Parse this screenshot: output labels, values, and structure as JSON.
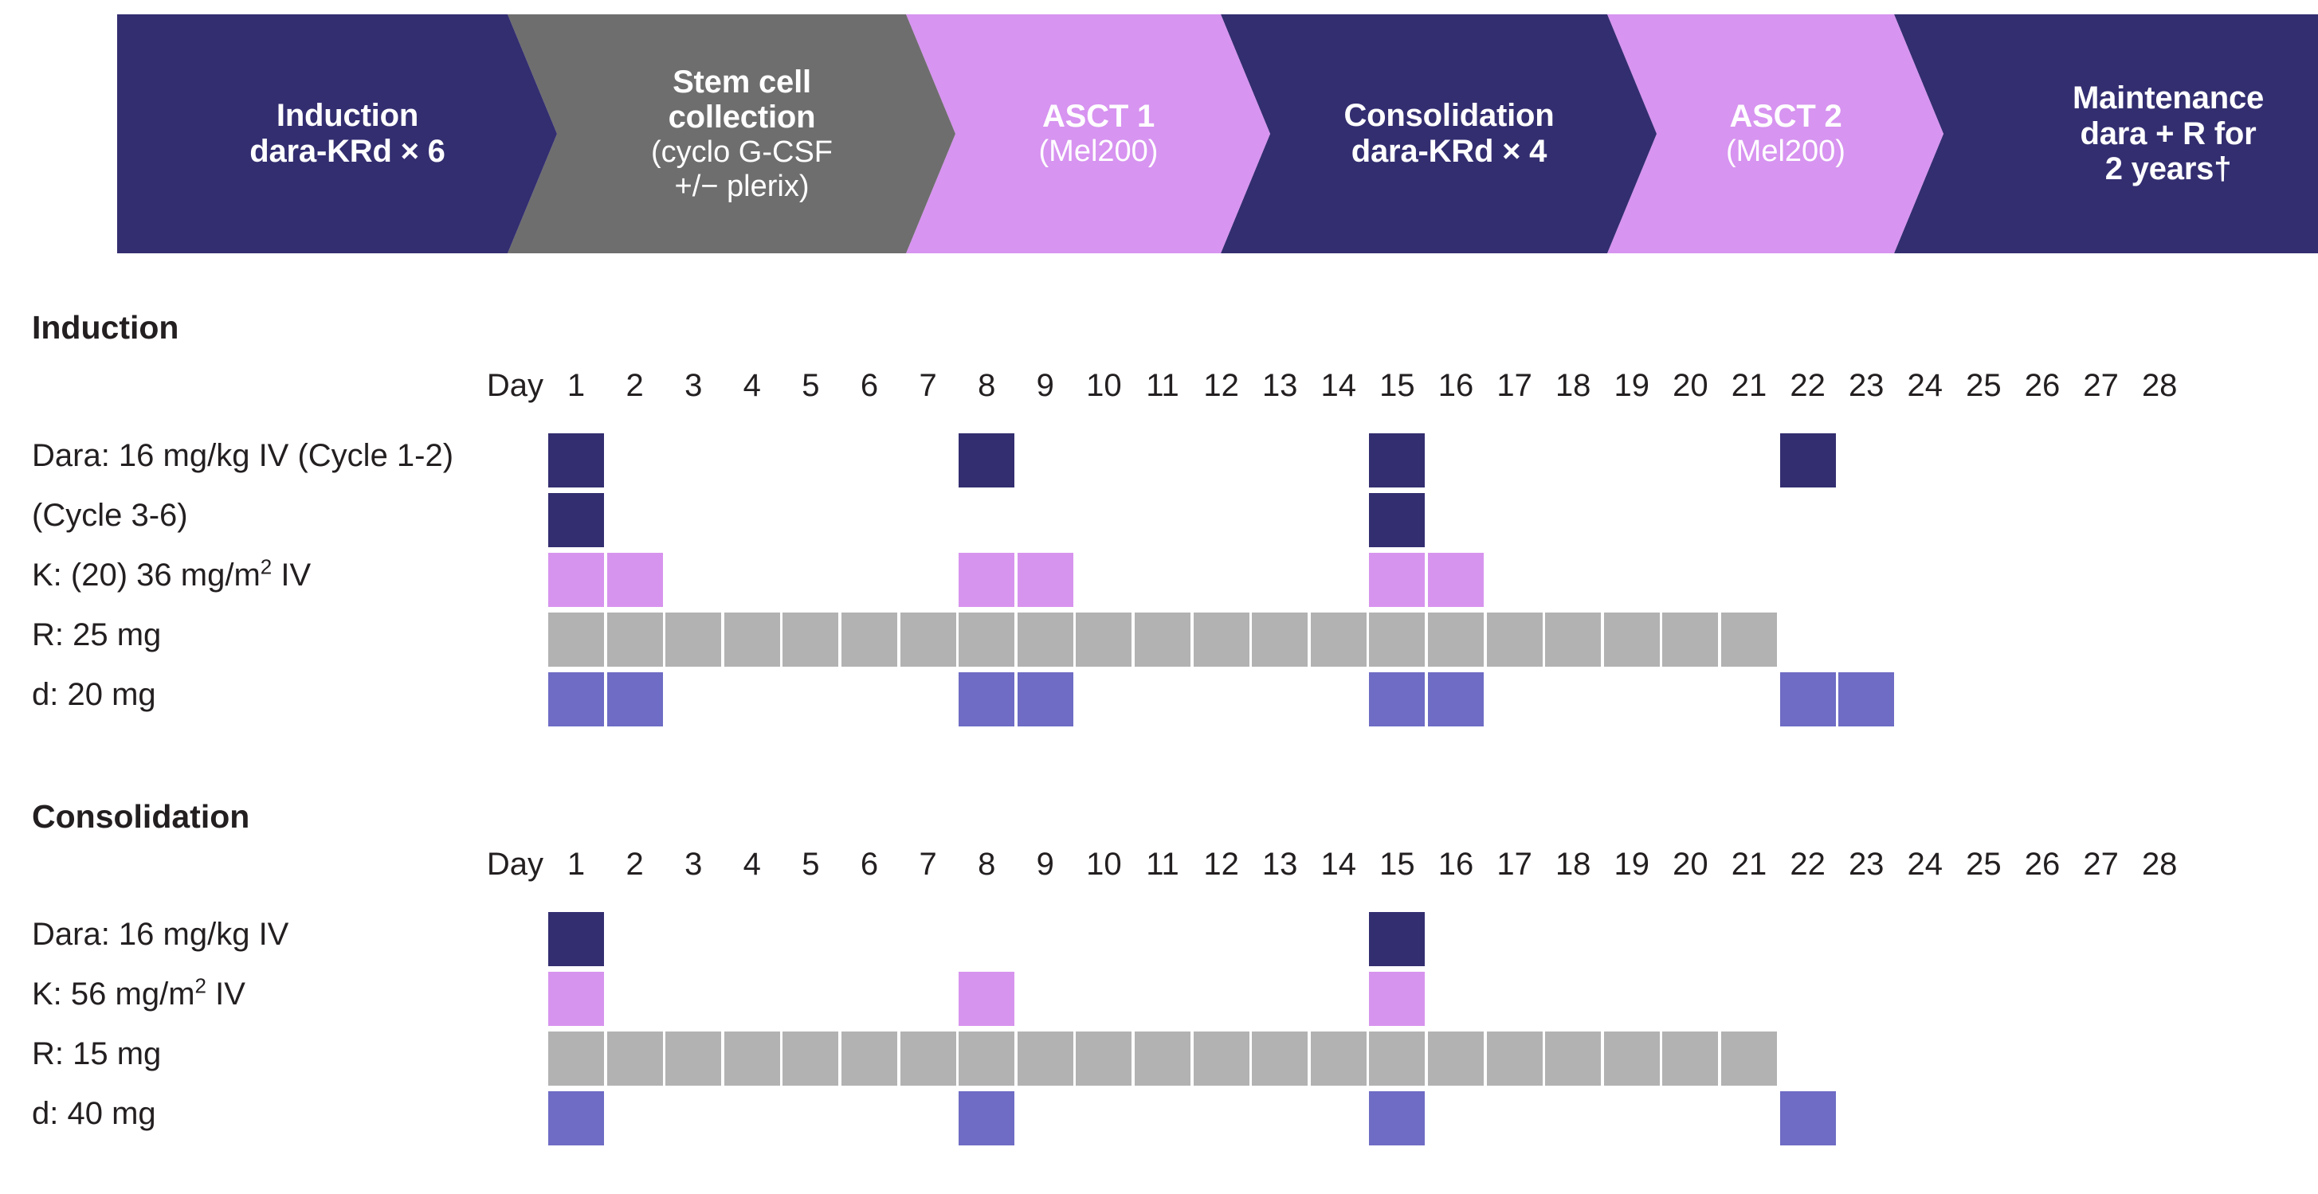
{
  "phases": [
    {
      "name": "induction",
      "title": "Induction",
      "sub": "dara-KRd × 6",
      "sub_bold": true,
      "color": "#332E70",
      "text": "#ffffff"
    },
    {
      "name": "stem-cell",
      "title": "Stem cell collection",
      "sub": "(cyclo G-CSF +/− plerix)",
      "sub_bold": false,
      "color": "#6E6E6E",
      "text": "#ffffff",
      "title_lines": [
        "Stem cell",
        "collection"
      ],
      "sub_lines": [
        "(cyclo G-CSF",
        "+/− plerix)"
      ]
    },
    {
      "name": "asct-1",
      "title": "ASCT 1",
      "sub": "(Mel200)",
      "sub_bold": false,
      "color": "#D794F0",
      "text": "#ffffff"
    },
    {
      "name": "consolidation",
      "title": "Consolidation",
      "sub": "dara-KRd × 4",
      "sub_bold": true,
      "color": "#332E70",
      "text": "#ffffff"
    },
    {
      "name": "asct-2",
      "title": "ASCT 2",
      "sub": "(Mel200)",
      "sub_bold": false,
      "color": "#D794F0",
      "text": "#ffffff"
    },
    {
      "name": "maintenance",
      "title": "Maintenance",
      "sub": "dara + R for 2 years†",
      "sub_bold": true,
      "color": "#332E70",
      "text": "#ffffff",
      "title_lines": [
        "Maintenance"
      ],
      "sub_lines": [
        "dara + R for",
        "2 years†"
      ]
    }
  ],
  "day_label": "Day",
  "days": [
    1,
    2,
    3,
    4,
    5,
    6,
    7,
    8,
    9,
    10,
    11,
    12,
    13,
    14,
    15,
    16,
    17,
    18,
    19,
    20,
    21,
    22,
    23,
    24,
    25,
    26,
    27,
    28
  ],
  "colors": {
    "dara": "#332E70",
    "k": "#D794EE",
    "r": "#B2B2B2",
    "d": "#6E6CC4",
    "chevron_navy": "#332E70",
    "chevron_gray": "#6E6E6E",
    "chevron_orchid": "#D794F0"
  },
  "induction": {
    "title": "Induction",
    "rows": [
      {
        "name": "dara-cycle-1-2",
        "label": "Dara: 16 mg/kg IV (Cycle 1-2)",
        "color_key": "dara",
        "days": [
          1,
          8,
          15,
          22
        ]
      },
      {
        "name": "dara-cycle-3-6",
        "label": "(Cycle 3-6)",
        "color_key": "dara",
        "days": [
          1,
          15
        ]
      },
      {
        "name": "carfilzomib",
        "label_html": "K: (20) 36 mg/m<sup>2</sup> IV",
        "label": "K: (20) 36 mg/m2 IV",
        "color_key": "k",
        "days": [
          1,
          2,
          8,
          9,
          15,
          16
        ]
      },
      {
        "name": "lenalidomide",
        "label": "R: 25 mg",
        "color_key": "r",
        "days": [
          1,
          2,
          3,
          4,
          5,
          6,
          7,
          8,
          9,
          10,
          11,
          12,
          13,
          14,
          15,
          16,
          17,
          18,
          19,
          20,
          21
        ]
      },
      {
        "name": "dexamethasone",
        "label": "d: 20 mg",
        "color_key": "d",
        "days": [
          1,
          2,
          8,
          9,
          15,
          16,
          22,
          23
        ]
      }
    ]
  },
  "consolidation": {
    "title": "Consolidation",
    "rows": [
      {
        "name": "dara",
        "label": "Dara: 16 mg/kg IV",
        "color_key": "dara",
        "days": [
          1,
          15
        ]
      },
      {
        "name": "carfilzomib",
        "label_html": "K: 56 mg/m<sup>2</sup> IV",
        "label": "K: 56 mg/m2 IV",
        "color_key": "k",
        "days": [
          1,
          8,
          15
        ]
      },
      {
        "name": "lenalidomide",
        "label": "R: 15 mg",
        "color_key": "r",
        "days": [
          1,
          2,
          3,
          4,
          5,
          6,
          7,
          8,
          9,
          10,
          11,
          12,
          13,
          14,
          15,
          16,
          17,
          18,
          19,
          20,
          21
        ]
      },
      {
        "name": "dexamethasone",
        "label": "d: 40 mg",
        "color_key": "d",
        "days": [
          1,
          8,
          15,
          22
        ]
      }
    ]
  }
}
